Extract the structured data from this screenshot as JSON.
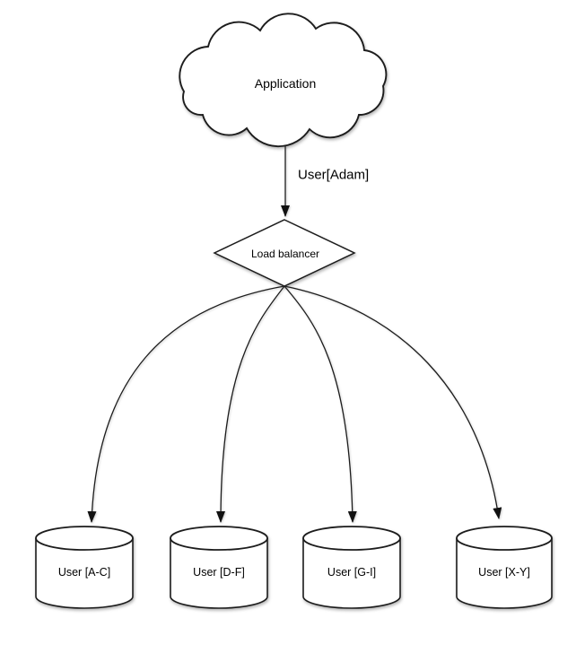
{
  "diagram": {
    "background_color": "#ffffff",
    "stroke_color": "#1c1c1c",
    "fill_color": "#ffffff",
    "text_color": "#000000",
    "nodes": {
      "application": {
        "shape": "cloud",
        "label": "Application"
      },
      "load_balancer": {
        "shape": "diamond",
        "label": "Load balancer"
      },
      "shards": [
        {
          "shape": "cylinder",
          "label": "User [A-C]"
        },
        {
          "shape": "cylinder",
          "label": "User [D-F]"
        },
        {
          "shape": "cylinder",
          "label": "User [G-I]"
        },
        {
          "shape": "cylinder",
          "label": "User [X-Y]"
        }
      ]
    },
    "edges": {
      "app_to_lb": {
        "label": "User[Adam]",
        "from": "application",
        "to": "load_balancer"
      },
      "lb_to_shards": [
        {
          "from": "load_balancer",
          "to": "shards.0"
        },
        {
          "from": "load_balancer",
          "to": "shards.1"
        },
        {
          "from": "load_balancer",
          "to": "shards.2"
        },
        {
          "from": "load_balancer",
          "to": "shards.3"
        }
      ]
    }
  }
}
